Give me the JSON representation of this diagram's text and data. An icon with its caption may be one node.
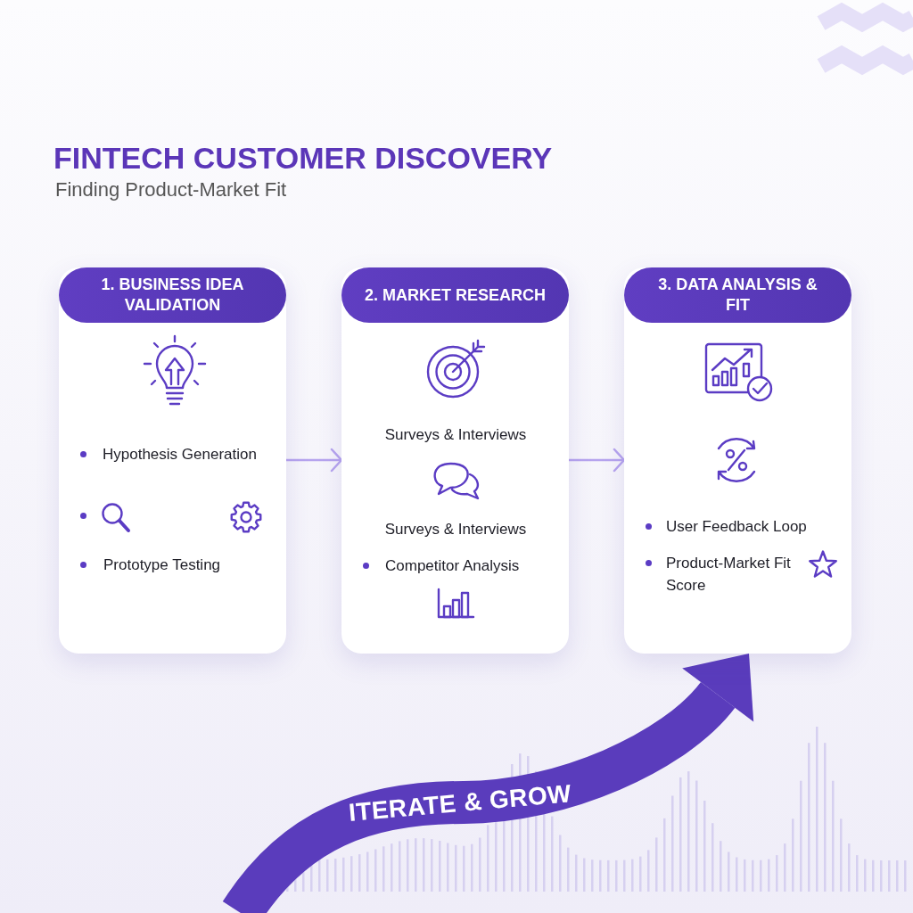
{
  "diagram": {
    "title": "FINTECH CUSTOMER DISCOVERY",
    "nodes": [
      {
        "text": [
          "1. BUSINESS IDEA VALIDATION",
          "Hypothesis Generation",
          "Prototype Testing"
        ]
      },
      {
        "text": [
          "2. MARKET RESEARCH",
          "Surveys & Interviews",
          "Surveys & Interviews",
          "Competitor Analysis"
        ]
      },
      {
        "text": [
          "3. DATA ANALYSIS & FIT",
          "User Feedback Loop",
          "Product-Market Fit Score"
        ]
      }
    ],
    "edges": [
      {
        "from": 0,
        "to": 1,
        "arrow": "to"
      },
      {
        "from": 1,
        "to": 2,
        "arrow": "to"
      },
      {
        "from": null,
        "to": 2,
        "arrow": "to",
        "label": "ITERATE & GROW",
        "style": "thick",
        "color": "#5a3cbc"
      }
    ],
    "labels": [
      "Finding Product-Market Fit"
    ]
  }
}
